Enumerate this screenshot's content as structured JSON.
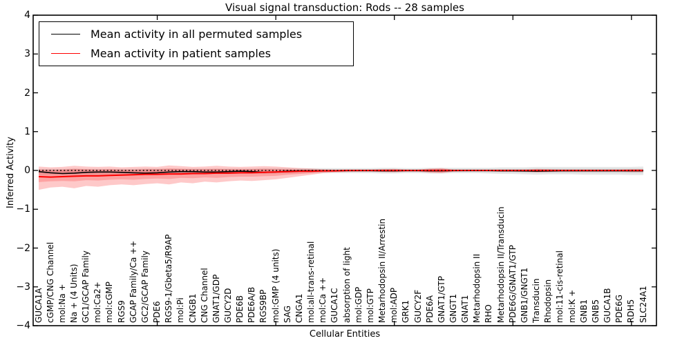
{
  "title": "Visual signal transduction: Rods -- 28 samples",
  "legend": [
    {
      "label": "Mean activity in all permuted samples",
      "color": "#000000"
    },
    {
      "label": "Mean activity in patient samples",
      "color": "#ff0000"
    }
  ],
  "chart_data": {
    "type": "line",
    "title": "Visual signal transduction: Rods -- 28 samples",
    "xlabel": "Cellular Entities",
    "ylabel": "Inferred Activity",
    "ylim": [
      -4,
      4
    ],
    "yticks": [
      -4,
      -3,
      -2,
      -1,
      0,
      1,
      2,
      3,
      4
    ],
    "xtick_indices": [
      10,
      20,
      30,
      40,
      50
    ],
    "grid": false,
    "legend_position": "upper left",
    "categories": [
      "GUCA1A",
      "cGMP/CNG Channel",
      "mol:Na +",
      "Na + (4 Units)",
      "GC1/GCAP Family",
      "mol:Ca2+",
      "mol:cGMP",
      "RGS9",
      "GCAP Family/Ca ++",
      "GC2/GCAP Family",
      "PDE6",
      "RGS9-1/Gbeta5/R9AP",
      "mol:Pi",
      "CNGB1",
      "CNG Channel",
      "GNAT1/GDP",
      "GUCY2D",
      "PDE6B",
      "PDE6A/B",
      "RGS9BP",
      "mol:GMP (4 units)",
      "SAG",
      "CNGA1",
      "mol:all-trans-retinal",
      "mol:Ca ++",
      "GUCA1C",
      "absorption of light",
      "mol:GDP",
      "mol:GTP",
      "Metarhodopsin II/Arrestin",
      "mol:ADP",
      "GRK1",
      "GUCY2F",
      "PDE6A",
      "GNAT1/GTP",
      "GNGT1",
      "GNAT1",
      "Metarhodopsin II",
      "RHO",
      "Metarhodopsin II/Transducin",
      "PDE6G/GNAT1/GTP",
      "GNB1/GNGT1",
      "Transducin",
      "Rhodopsin",
      "mol:11-cis-retinal",
      "mol:K +",
      "GNB1",
      "GNB5",
      "GUCA1B",
      "PDE6G",
      "RDH5",
      "SLC24A1"
    ],
    "series": [
      {
        "key": "permuted-mean",
        "name": "Mean activity in all permuted samples",
        "color": "#000000",
        "style": "solid",
        "width": 1.6,
        "values": [
          -0.03,
          -0.06,
          -0.08,
          -0.07,
          -0.05,
          -0.04,
          -0.04,
          -0.05,
          -0.06,
          -0.07,
          -0.06,
          -0.04,
          -0.03,
          -0.03,
          -0.04,
          -0.04,
          -0.03,
          -0.02,
          -0.03,
          -0.05,
          -0.04,
          -0.02,
          -0.01,
          -0.01,
          -0.01,
          -0.01,
          -0.005,
          -0.005,
          -0.005,
          -0.01,
          -0.01,
          -0.005,
          -0.005,
          -0.01,
          -0.01,
          -0.005,
          -0.005,
          -0.005,
          -0.005,
          -0.01,
          -0.01,
          -0.015,
          -0.02,
          -0.015,
          -0.01,
          -0.01,
          -0.01,
          -0.01,
          -0.01,
          -0.01,
          -0.01,
          -0.01
        ]
      },
      {
        "key": "patient-mean",
        "name": "Mean activity in patient samples",
        "color": "#ff0000",
        "style": "solid",
        "width": 2,
        "values": [
          -0.16,
          -0.17,
          -0.16,
          -0.15,
          -0.14,
          -0.14,
          -0.13,
          -0.12,
          -0.11,
          -0.1,
          -0.1,
          -0.09,
          -0.09,
          -0.08,
          -0.08,
          -0.07,
          -0.07,
          -0.06,
          -0.06,
          -0.05,
          -0.04,
          -0.03,
          -0.02,
          -0.02,
          -0.01,
          -0.01,
          0,
          0,
          0,
          0,
          0,
          0,
          0,
          0,
          0,
          0,
          0,
          0,
          0,
          0,
          0,
          0,
          0,
          0,
          0,
          0,
          0,
          0,
          0,
          0,
          0,
          0
        ]
      }
    ],
    "reference_line": {
      "key": "zero-dotted-line",
      "value": 0,
      "color": "#000000",
      "style": "dotted",
      "width": 1.6
    },
    "bands": [
      {
        "key": "permuted-band-outer",
        "color": "#aaaaaa",
        "opacity": 0.28,
        "upper": [
          0.04,
          0.04,
          0.04,
          0.05,
          0.04,
          0.04,
          0.04,
          0.04,
          0.04,
          0.05,
          0.05,
          0.05,
          0.05,
          0.05,
          0.05,
          0.05,
          0.05,
          0.05,
          0.05,
          0.06,
          0.06,
          0.06,
          0.06,
          0.06,
          0.06,
          0.06,
          0.06,
          0.06,
          0.06,
          0.07,
          0.07,
          0.06,
          0.06,
          0.07,
          0.07,
          0.07,
          0.07,
          0.07,
          0.07,
          0.08,
          0.08,
          0.08,
          0.09,
          0.09,
          0.09,
          0.09,
          0.09,
          0.09,
          0.09,
          0.09,
          0.09,
          0.1
        ],
        "lower": [
          -0.12,
          -0.12,
          -0.13,
          -0.13,
          -0.12,
          -0.12,
          -0.11,
          -0.11,
          -0.11,
          -0.11,
          -0.1,
          -0.1,
          -0.1,
          -0.1,
          -0.09,
          -0.09,
          -0.09,
          -0.08,
          -0.08,
          -0.09,
          -0.08,
          -0.08,
          -0.07,
          -0.07,
          -0.07,
          -0.07,
          -0.07,
          -0.07,
          -0.07,
          -0.08,
          -0.08,
          -0.07,
          -0.07,
          -0.08,
          -0.08,
          -0.07,
          -0.07,
          -0.07,
          -0.08,
          -0.09,
          -0.09,
          -0.1,
          -0.11,
          -0.1,
          -0.1,
          -0.1,
          -0.11,
          -0.11,
          -0.11,
          -0.11,
          -0.12,
          -0.12
        ]
      },
      {
        "key": "permuted-band-inner",
        "color": "#aaaaaa",
        "opacity": 0.28,
        "upper": [
          0.02,
          0.02,
          0.02,
          0.03,
          0.02,
          0.02,
          0.02,
          0.02,
          0.02,
          0.03,
          0.03,
          0.03,
          0.03,
          0.03,
          0.03,
          0.03,
          0.03,
          0.03,
          0.03,
          0.03,
          0.03,
          0.03,
          0.03,
          0.03,
          0.03,
          0.03,
          0.03,
          0.03,
          0.03,
          0.04,
          0.04,
          0.03,
          0.03,
          0.04,
          0.04,
          0.04,
          0.04,
          0.04,
          0.04,
          0.04,
          0.04,
          0.04,
          0.05,
          0.05,
          0.05,
          0.05,
          0.05,
          0.05,
          0.05,
          0.05,
          0.05,
          0.05
        ],
        "lower": [
          -0.07,
          -0.07,
          -0.07,
          -0.07,
          -0.07,
          -0.07,
          -0.06,
          -0.06,
          -0.06,
          -0.06,
          -0.06,
          -0.06,
          -0.06,
          -0.06,
          -0.05,
          -0.05,
          -0.05,
          -0.05,
          -0.05,
          -0.05,
          -0.05,
          -0.05,
          -0.04,
          -0.04,
          -0.04,
          -0.04,
          -0.04,
          -0.04,
          -0.04,
          -0.05,
          -0.05,
          -0.04,
          -0.04,
          -0.05,
          -0.05,
          -0.04,
          -0.04,
          -0.04,
          -0.05,
          -0.05,
          -0.05,
          -0.06,
          -0.06,
          -0.06,
          -0.06,
          -0.06,
          -0.06,
          -0.06,
          -0.06,
          -0.06,
          -0.07,
          -0.07
        ]
      },
      {
        "key": "patient-band-outer",
        "color": "#fa3c3c",
        "opacity": 0.28,
        "upper": [
          0.1,
          0.08,
          0.09,
          0.12,
          0.1,
          0.09,
          0.1,
          0.08,
          0.09,
          0.1,
          0.09,
          0.13,
          0.11,
          0.09,
          0.1,
          0.12,
          0.1,
          0.09,
          0.1,
          0.11,
          0.1,
          0.08,
          0.06,
          0.05,
          0.03,
          0.02,
          0.02,
          0.02,
          0.02,
          0.03,
          0.04,
          0.02,
          0.02,
          0.05,
          0.06,
          0.02,
          0.01,
          0.01,
          0.01,
          0.02,
          0.02,
          0.02,
          0.04,
          0.03,
          0.02,
          0.02,
          0.02,
          0.02,
          0.02,
          0.02,
          0.03,
          0.03
        ],
        "lower": [
          -0.5,
          -0.44,
          -0.42,
          -0.46,
          -0.4,
          -0.42,
          -0.38,
          -0.36,
          -0.38,
          -0.35,
          -0.33,
          -0.36,
          -0.31,
          -0.33,
          -0.29,
          -0.31,
          -0.28,
          -0.26,
          -0.27,
          -0.25,
          -0.23,
          -0.19,
          -0.15,
          -0.11,
          -0.07,
          -0.05,
          -0.04,
          -0.03,
          -0.03,
          -0.04,
          -0.05,
          -0.03,
          -0.03,
          -0.06,
          -0.07,
          -0.03,
          -0.02,
          -0.02,
          -0.02,
          -0.03,
          -0.03,
          -0.03,
          -0.05,
          -0.04,
          -0.03,
          -0.03,
          -0.03,
          -0.03,
          -0.03,
          -0.03,
          -0.04,
          -0.04
        ]
      },
      {
        "key": "patient-band-inner",
        "color": "#fa3c3c",
        "opacity": 0.28,
        "upper": [
          0.02,
          0.01,
          0.02,
          0.04,
          0.03,
          0.02,
          0.03,
          0.02,
          0.02,
          0.03,
          0.03,
          0.05,
          0.04,
          0.03,
          0.03,
          0.04,
          0.03,
          0.03,
          0.03,
          0.04,
          0.03,
          0.03,
          0.02,
          0.02,
          0.01,
          0.01,
          0.01,
          0.01,
          0.01,
          0.02,
          0.02,
          0.01,
          0.01,
          0.03,
          0.04,
          0.01,
          0.01,
          0.01,
          0.01,
          0.01,
          0.01,
          0.01,
          0.02,
          0.02,
          0.01,
          0.01,
          0.01,
          0.01,
          0.01,
          0.01,
          0.02,
          0.02
        ],
        "lower": [
          -0.3,
          -0.28,
          -0.27,
          -0.28,
          -0.25,
          -0.26,
          -0.24,
          -0.23,
          -0.24,
          -0.22,
          -0.21,
          -0.22,
          -0.19,
          -0.2,
          -0.18,
          -0.19,
          -0.17,
          -0.16,
          -0.16,
          -0.15,
          -0.14,
          -0.11,
          -0.09,
          -0.07,
          -0.04,
          -0.03,
          -0.02,
          -0.02,
          -0.02,
          -0.03,
          -0.03,
          -0.02,
          -0.02,
          -0.04,
          -0.05,
          -0.02,
          -0.01,
          -0.01,
          -0.01,
          -0.02,
          -0.02,
          -0.02,
          -0.03,
          -0.03,
          -0.02,
          -0.02,
          -0.02,
          -0.02,
          -0.02,
          -0.02,
          -0.03,
          -0.03
        ]
      }
    ]
  }
}
